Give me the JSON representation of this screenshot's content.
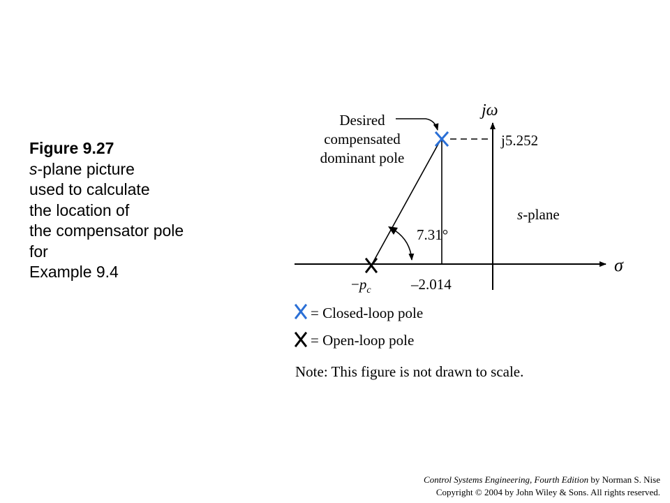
{
  "caption": {
    "figure": "Figure 9.27",
    "lines": [
      {
        "em": "s",
        "rest": "-plane picture"
      },
      {
        "em": "",
        "rest": "used to calculate"
      },
      {
        "em": "",
        "rest": "the location of"
      },
      {
        "em": "",
        "rest": "the compensator pole"
      },
      {
        "em": "",
        "rest": "for"
      },
      {
        "em": "",
        "rest": "Example 9.4"
      }
    ]
  },
  "diagram": {
    "annotation": [
      "Desired",
      "compensated",
      "dominant pole"
    ],
    "jw_axis_label": "jω",
    "jw_value": "j5.252",
    "sigma_axis_label": "σ",
    "plane_label": {
      "em": "s",
      "rest": "-plane"
    },
    "angle_label": "7.31°",
    "pc_label_minus": "−",
    "pc_label_p": "p",
    "pc_label_sub": "c",
    "real_value": "–2.014",
    "legend": [
      {
        "marker": "X",
        "text": "= Closed-loop pole",
        "color": "#2a6fd6"
      },
      {
        "marker": "X",
        "text": "= Open-loop pole",
        "color": "#000000"
      }
    ],
    "note": "Note: This figure is not drawn to scale.",
    "closed_loop_color": "#2a6fd6",
    "open_loop_color": "#000000"
  },
  "credit": {
    "book": "Control Systems Engineering, Fourth Edition",
    "author": " by Norman S. Nise",
    "copyright": "Copyright © 2004 by John Wiley & Sons. All rights reserved."
  }
}
